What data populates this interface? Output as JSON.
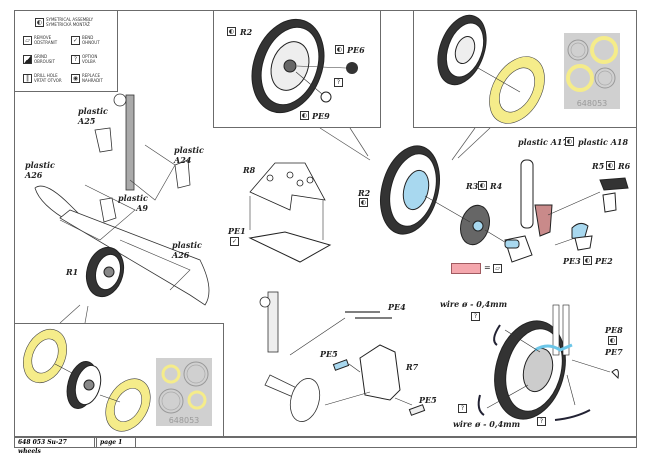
{
  "legend": {
    "items": [
      {
        "icon": "symmetry-icon",
        "label": "SYMETRICAL ASSEMBLY\nSYMETRICKÁ MONTÁŽ"
      },
      {
        "icon": "remove-icon",
        "label": "REMOVE\nODSTRANIT"
      },
      {
        "icon": "bend-icon",
        "label": "BEND\nOHNOUT"
      },
      {
        "icon": "grind-icon",
        "label": "GRIND\nOBROUSIT"
      },
      {
        "icon": "option-icon",
        "label": "OPTION\nVOLBA"
      },
      {
        "icon": "drill-hole-icon",
        "label": "DRILL HOLE\nVRTAT OTVOR"
      },
      {
        "icon": "replace-icon",
        "label": "REPLACE\nNAHRADIT"
      }
    ]
  },
  "parts": {
    "plastic_a25": "plastic\nA25",
    "plastic_a24": "plastic\nA24",
    "plastic_a26_left": "plastic\nA26",
    "plastic_a9": "plastic\nA9",
    "plastic_a26_right": "plastic\nA26",
    "r1": "R1",
    "r2_top": "R2",
    "pe6": "PE6",
    "pe9": "PE9",
    "r8": "R8",
    "pe1": "PE1",
    "r2_mid": "R2",
    "r3": "R3",
    "r4": "R4",
    "plastic_a17": "plastic A17",
    "plastic_a18": "plastic A18",
    "r5": "R5",
    "r6": "R6",
    "pe3": "PE3",
    "pe2": "PE2",
    "pe4": "PE4",
    "pe5_left": "PE5",
    "r7": "R7",
    "pe5_right": "PE5",
    "wire_top": "wire ø - 0,4mm",
    "wire_bottom": "wire ø - 0,4mm",
    "pe8": "PE8",
    "pe7": "PE7"
  },
  "symbols": {
    "option": "?",
    "symmetry": "◐",
    "bend": "✓",
    "remove": "▱",
    "equals": "="
  },
  "masks": {
    "code_top": "648053",
    "code_bottom": "648053"
  },
  "colors": {
    "mask_yellow": "#f5ec8a",
    "photo_etch_blue": "#a8d8ef",
    "remove_pink": "#f4a7ad",
    "resin_red": "#c98a8a",
    "mask_sheet_grey": "#d0d0d0"
  },
  "footer": {
    "product": "648 053  Su-27 wheels",
    "page": "page 1"
  }
}
